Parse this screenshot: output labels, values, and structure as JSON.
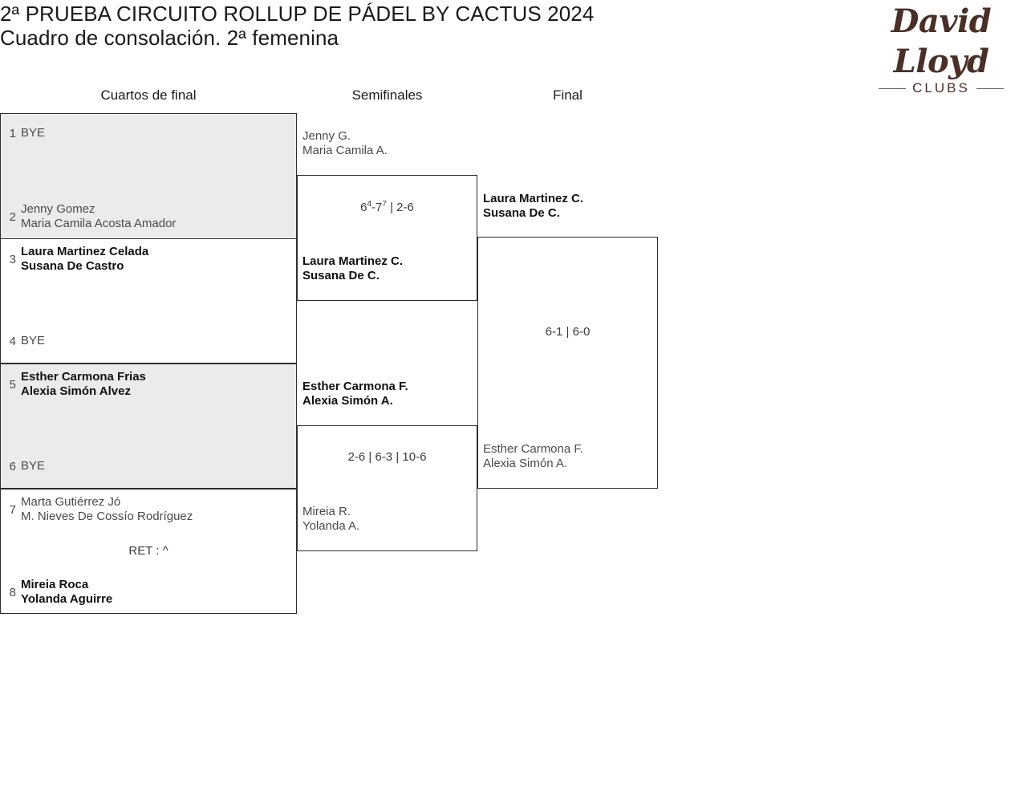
{
  "header": {
    "title_line_1": "2ª PRUEBA CIRCUITO ROLLUP DE PÁDEL BY CACTUS 2024",
    "title_line_2": "Cuadro de consolación. 2ª femenina",
    "logo": {
      "word": "David Lloyd",
      "subtitle": "CLUBS",
      "color": "#4a2f26"
    }
  },
  "rounds": {
    "quarterfinals_label": "Cuartos de final",
    "semifinals_label": "Semifinales",
    "final_label": "Final"
  },
  "colors": {
    "shaded_row": "#ebebeb",
    "border": "#2d2d2d",
    "winner_text": "#111111",
    "loser_text": "#4a4a4a"
  },
  "bracket": {
    "quarterfinals": [
      {
        "shaded": true,
        "top": {
          "seed": "1",
          "line1": "BYE",
          "line2": "",
          "winner": false,
          "bye": true
        },
        "bottom": {
          "seed": "2",
          "line1": "Jenny Gomez",
          "line2": "Maria Camila Acosta Amador",
          "winner": false,
          "bye": false
        },
        "score": ""
      },
      {
        "shaded": false,
        "top": {
          "seed": "3",
          "line1": "Laura Martinez Celada",
          "line2": "Susana De Castro",
          "winner": true,
          "bye": false
        },
        "bottom": {
          "seed": "4",
          "line1": "BYE",
          "line2": "",
          "winner": false,
          "bye": true
        },
        "score": ""
      },
      {
        "shaded": true,
        "top": {
          "seed": "5",
          "line1": "Esther Carmona Frias",
          "line2": "Alexia Simón Alvez",
          "winner": true,
          "bye": false
        },
        "bottom": {
          "seed": "6",
          "line1": "BYE",
          "line2": "",
          "winner": false,
          "bye": true
        },
        "score": ""
      },
      {
        "shaded": false,
        "top": {
          "seed": "7",
          "line1": "Marta Gutiérrez Jó",
          "line2": "M. Nieves De Cossío Rodríguez",
          "winner": false,
          "bye": false
        },
        "bottom": {
          "seed": "8",
          "line1": "Mireia Roca",
          "line2": "Yolanda Aguirre",
          "winner": true,
          "bye": false
        },
        "score": "RET : ^"
      }
    ],
    "semifinals": [
      {
        "top": {
          "line1": "Jenny G.",
          "line2": "Maria Camila A.",
          "winner": false
        },
        "bottom": {
          "line1": "Laura Martinez C.",
          "line2": "Susana De C.",
          "winner": true
        },
        "score_html": "6<sup>4</sup>-7<sup>7</sup> | 2-6",
        "score_text": "6(4)-7(7) | 2-6"
      },
      {
        "top": {
          "line1": "Esther Carmona F.",
          "line2": "Alexia Simón A.",
          "winner": true
        },
        "bottom": {
          "line1": "Mireia R.",
          "line2": "Yolanda A.",
          "winner": false
        },
        "score_html": "2-6 | 6-3 | 10-6",
        "score_text": "2-6 | 6-3 | 10-6"
      }
    ],
    "final": [
      {
        "top": {
          "line1": "Laura Martinez C.",
          "line2": "Susana De C.",
          "winner": true
        },
        "bottom": {
          "line1": "Esther Carmona F.",
          "line2": "Alexia Simón A.",
          "winner": false
        },
        "score_html": "6-1 | 6-0",
        "score_text": "6-1 | 6-0"
      }
    ]
  }
}
